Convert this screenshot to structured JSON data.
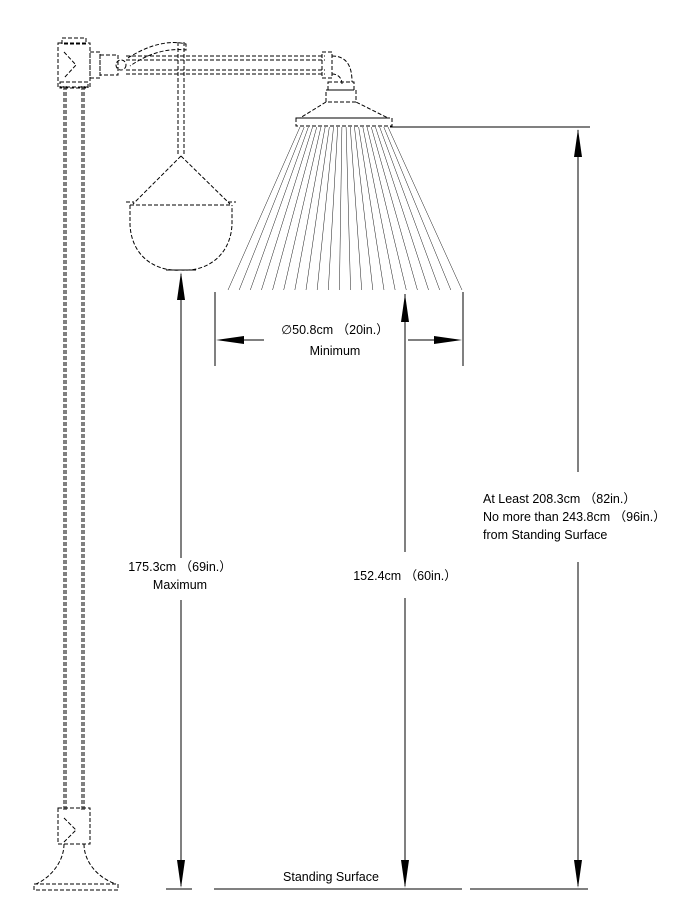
{
  "dimensions": {
    "shower_diameter": {
      "line1": "∅50.8cm （20in.）",
      "line2": "Minimum"
    },
    "pull_handle_height": {
      "line1": "175.3cm （69in.）",
      "line2": "Maximum"
    },
    "spray_height": {
      "line1": "152.4cm （60in.）"
    },
    "head_height": {
      "line1": "At Least 208.3cm （82in.）",
      "line2": "No more than 243.8cm （96in.）",
      "line3": "from Standing Surface"
    }
  },
  "ground": {
    "label": "Standing Surface"
  }
}
